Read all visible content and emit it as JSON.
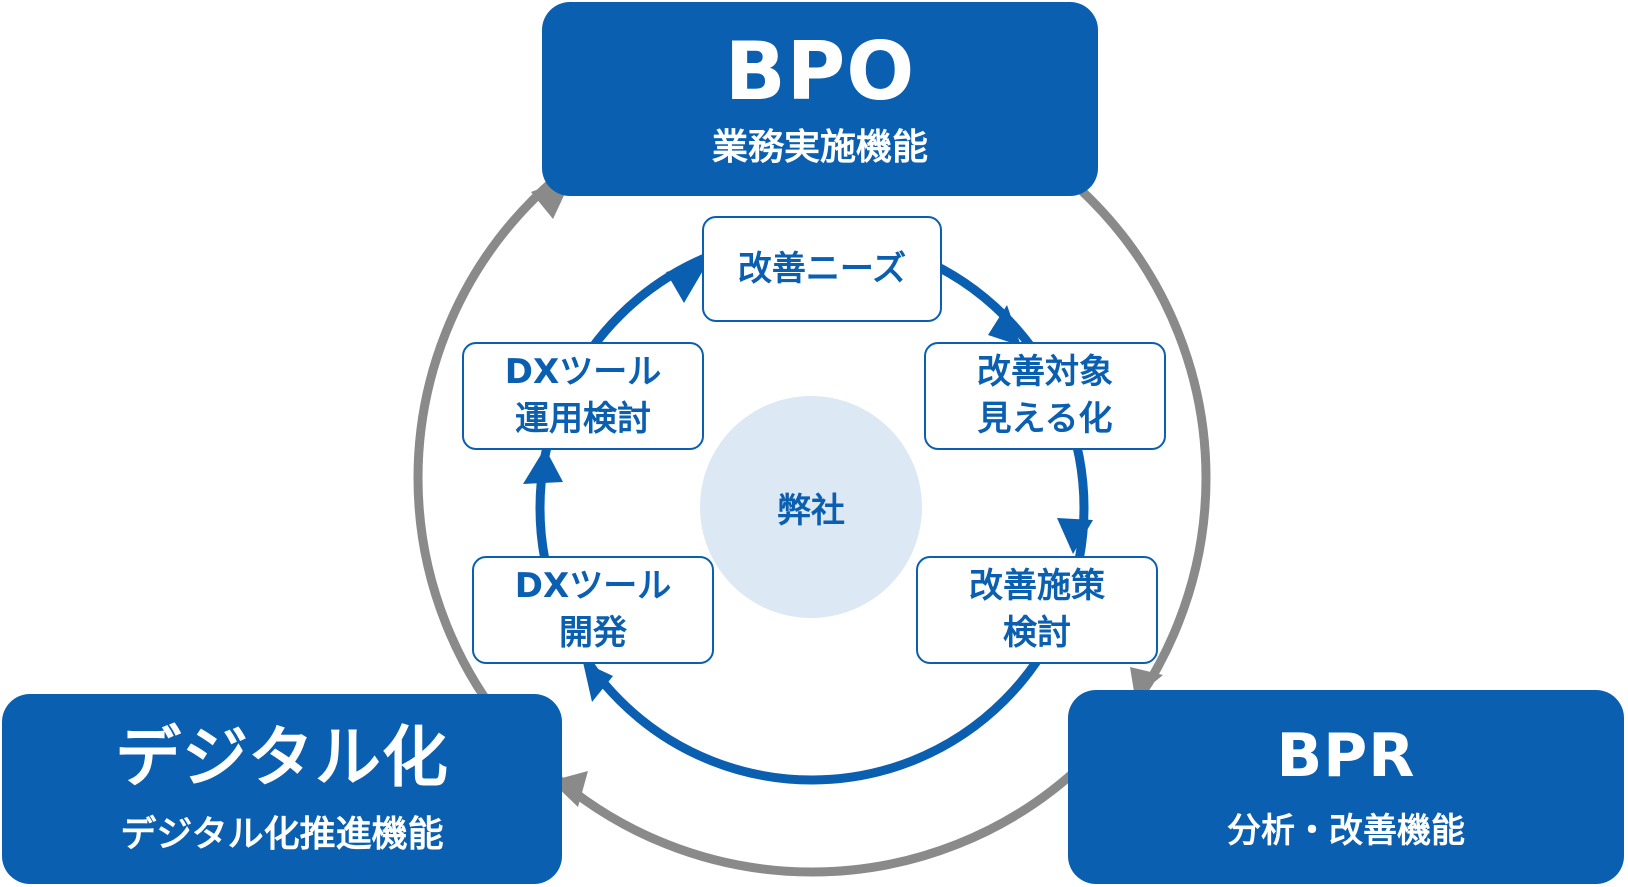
{
  "bpo": {
    "title": "BPO",
    "subtitle": "業務実施機能"
  },
  "bpr": {
    "title": "BPR",
    "subtitle": "分析・改善機能"
  },
  "digital": {
    "title": "デジタル化",
    "subtitle": "デジタル化推進機能"
  },
  "center": {
    "label": "弊社"
  },
  "steps": {
    "needs": {
      "line1": "改善ニーズ"
    },
    "visualize": {
      "line1": "改善対象",
      "line2": "見える化"
    },
    "measures": {
      "line1": "改善施策",
      "line2": "検討"
    },
    "dev": {
      "line1": "DXツール",
      "line2": "開発"
    },
    "ops": {
      "line1": "DXツール",
      "line2": "運用検討"
    }
  },
  "colors": {
    "primary_blue": "#0a5fb0",
    "outer_gray": "#8a8a8a",
    "center_fill": "#dde8f5"
  }
}
